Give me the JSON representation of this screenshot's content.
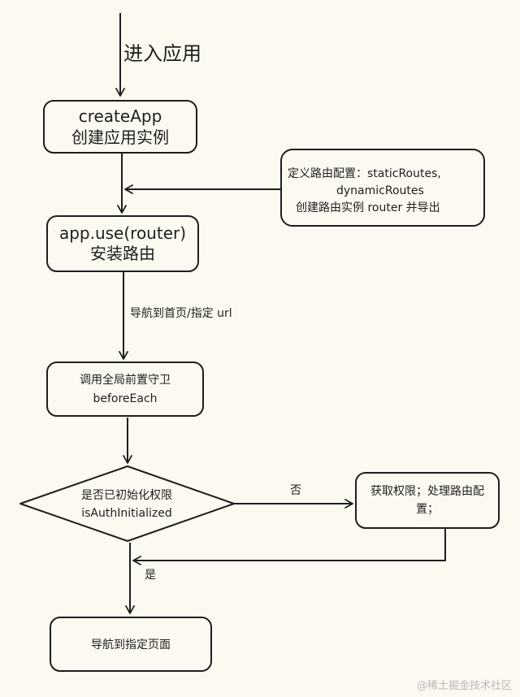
{
  "entry_label": "进入应用",
  "create_app": {
    "line1": "createApp",
    "line2": "创建应用实例"
  },
  "route_config": {
    "line1": "定义路由配置：staticRoutes,",
    "line2": "dynamicRoutes",
    "line3": "创建路由实例 router 并导出"
  },
  "use_router": {
    "line1": "app.use(router)",
    "line2": "安装路由"
  },
  "navigate_label": "导航到首页/指定 url",
  "guard": {
    "line1": "调用全局前置守卫",
    "line2": "beforeEach"
  },
  "decision": {
    "line1": "是否已初始化权限",
    "line2": "isAuthInitialized"
  },
  "no_label": "否",
  "yes_label": "是",
  "fetch_perm": {
    "line1": "获取权限；处理路由配",
    "line2": "置；"
  },
  "final_node": "导航到指定页面",
  "watermark": "@稀土掘金技术社区",
  "colors": {
    "stroke": "#1e1e1e",
    "background": "#fcfaf0"
  }
}
